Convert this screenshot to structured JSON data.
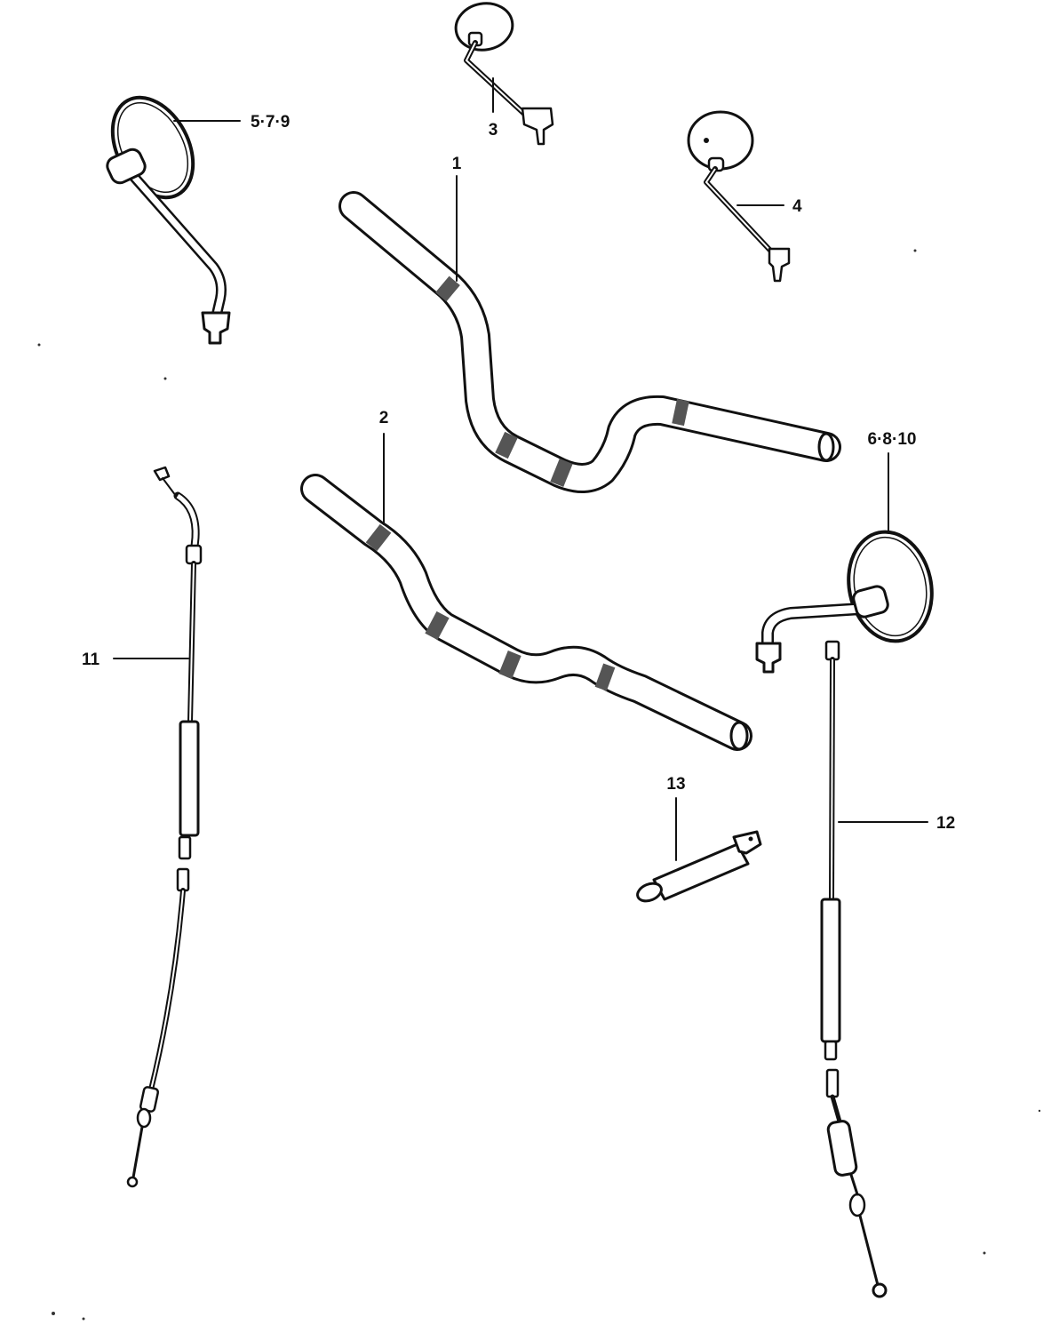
{
  "callouts": {
    "c1": "1",
    "c2": "2",
    "c3": "3",
    "c4": "4",
    "c579": "5·7·9",
    "c6810": "6·8·10",
    "c11": "11",
    "c12": "12",
    "c13": "13"
  },
  "colors": {
    "ink": "#111111",
    "paper": "#ffffff"
  }
}
